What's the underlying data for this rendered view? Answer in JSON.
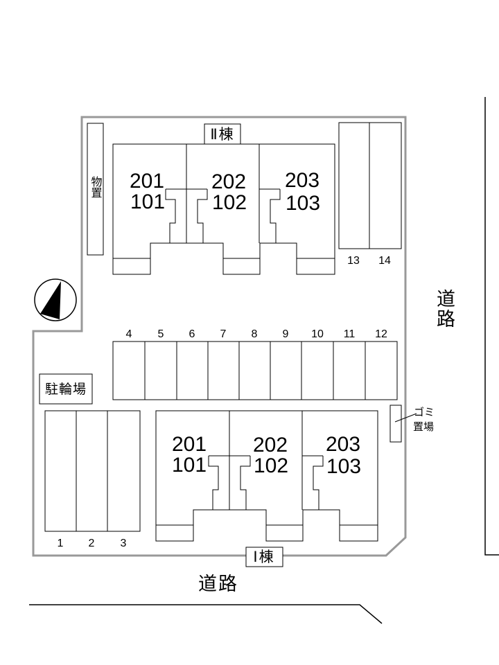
{
  "plan": {
    "buildings": [
      {
        "name": "Ⅱ棟",
        "units": [
          {
            "upper": "201",
            "lower": "101"
          },
          {
            "upper": "202",
            "lower": "102"
          },
          {
            "upper": "203",
            "lower": "103"
          }
        ]
      },
      {
        "name": "Ⅰ棟",
        "units": [
          {
            "upper": "201",
            "lower": "101"
          },
          {
            "upper": "202",
            "lower": "102"
          },
          {
            "upper": "203",
            "lower": "103"
          }
        ]
      }
    ],
    "storage": "物置",
    "bicycle": "駐輪場",
    "garbage": [
      "ゴミ",
      "置場"
    ],
    "roads": {
      "right": "道路",
      "bottom": "道路"
    },
    "parking": {
      "top": [
        "13",
        "14"
      ],
      "middle": [
        "4",
        "5",
        "6",
        "7",
        "8",
        "9",
        "10",
        "11",
        "12"
      ],
      "bottom": [
        "1",
        "2",
        "3"
      ]
    },
    "colors": {
      "boundary": "#999999",
      "line": "#000000",
      "compass": "#000000",
      "background": "#ffffff"
    }
  }
}
